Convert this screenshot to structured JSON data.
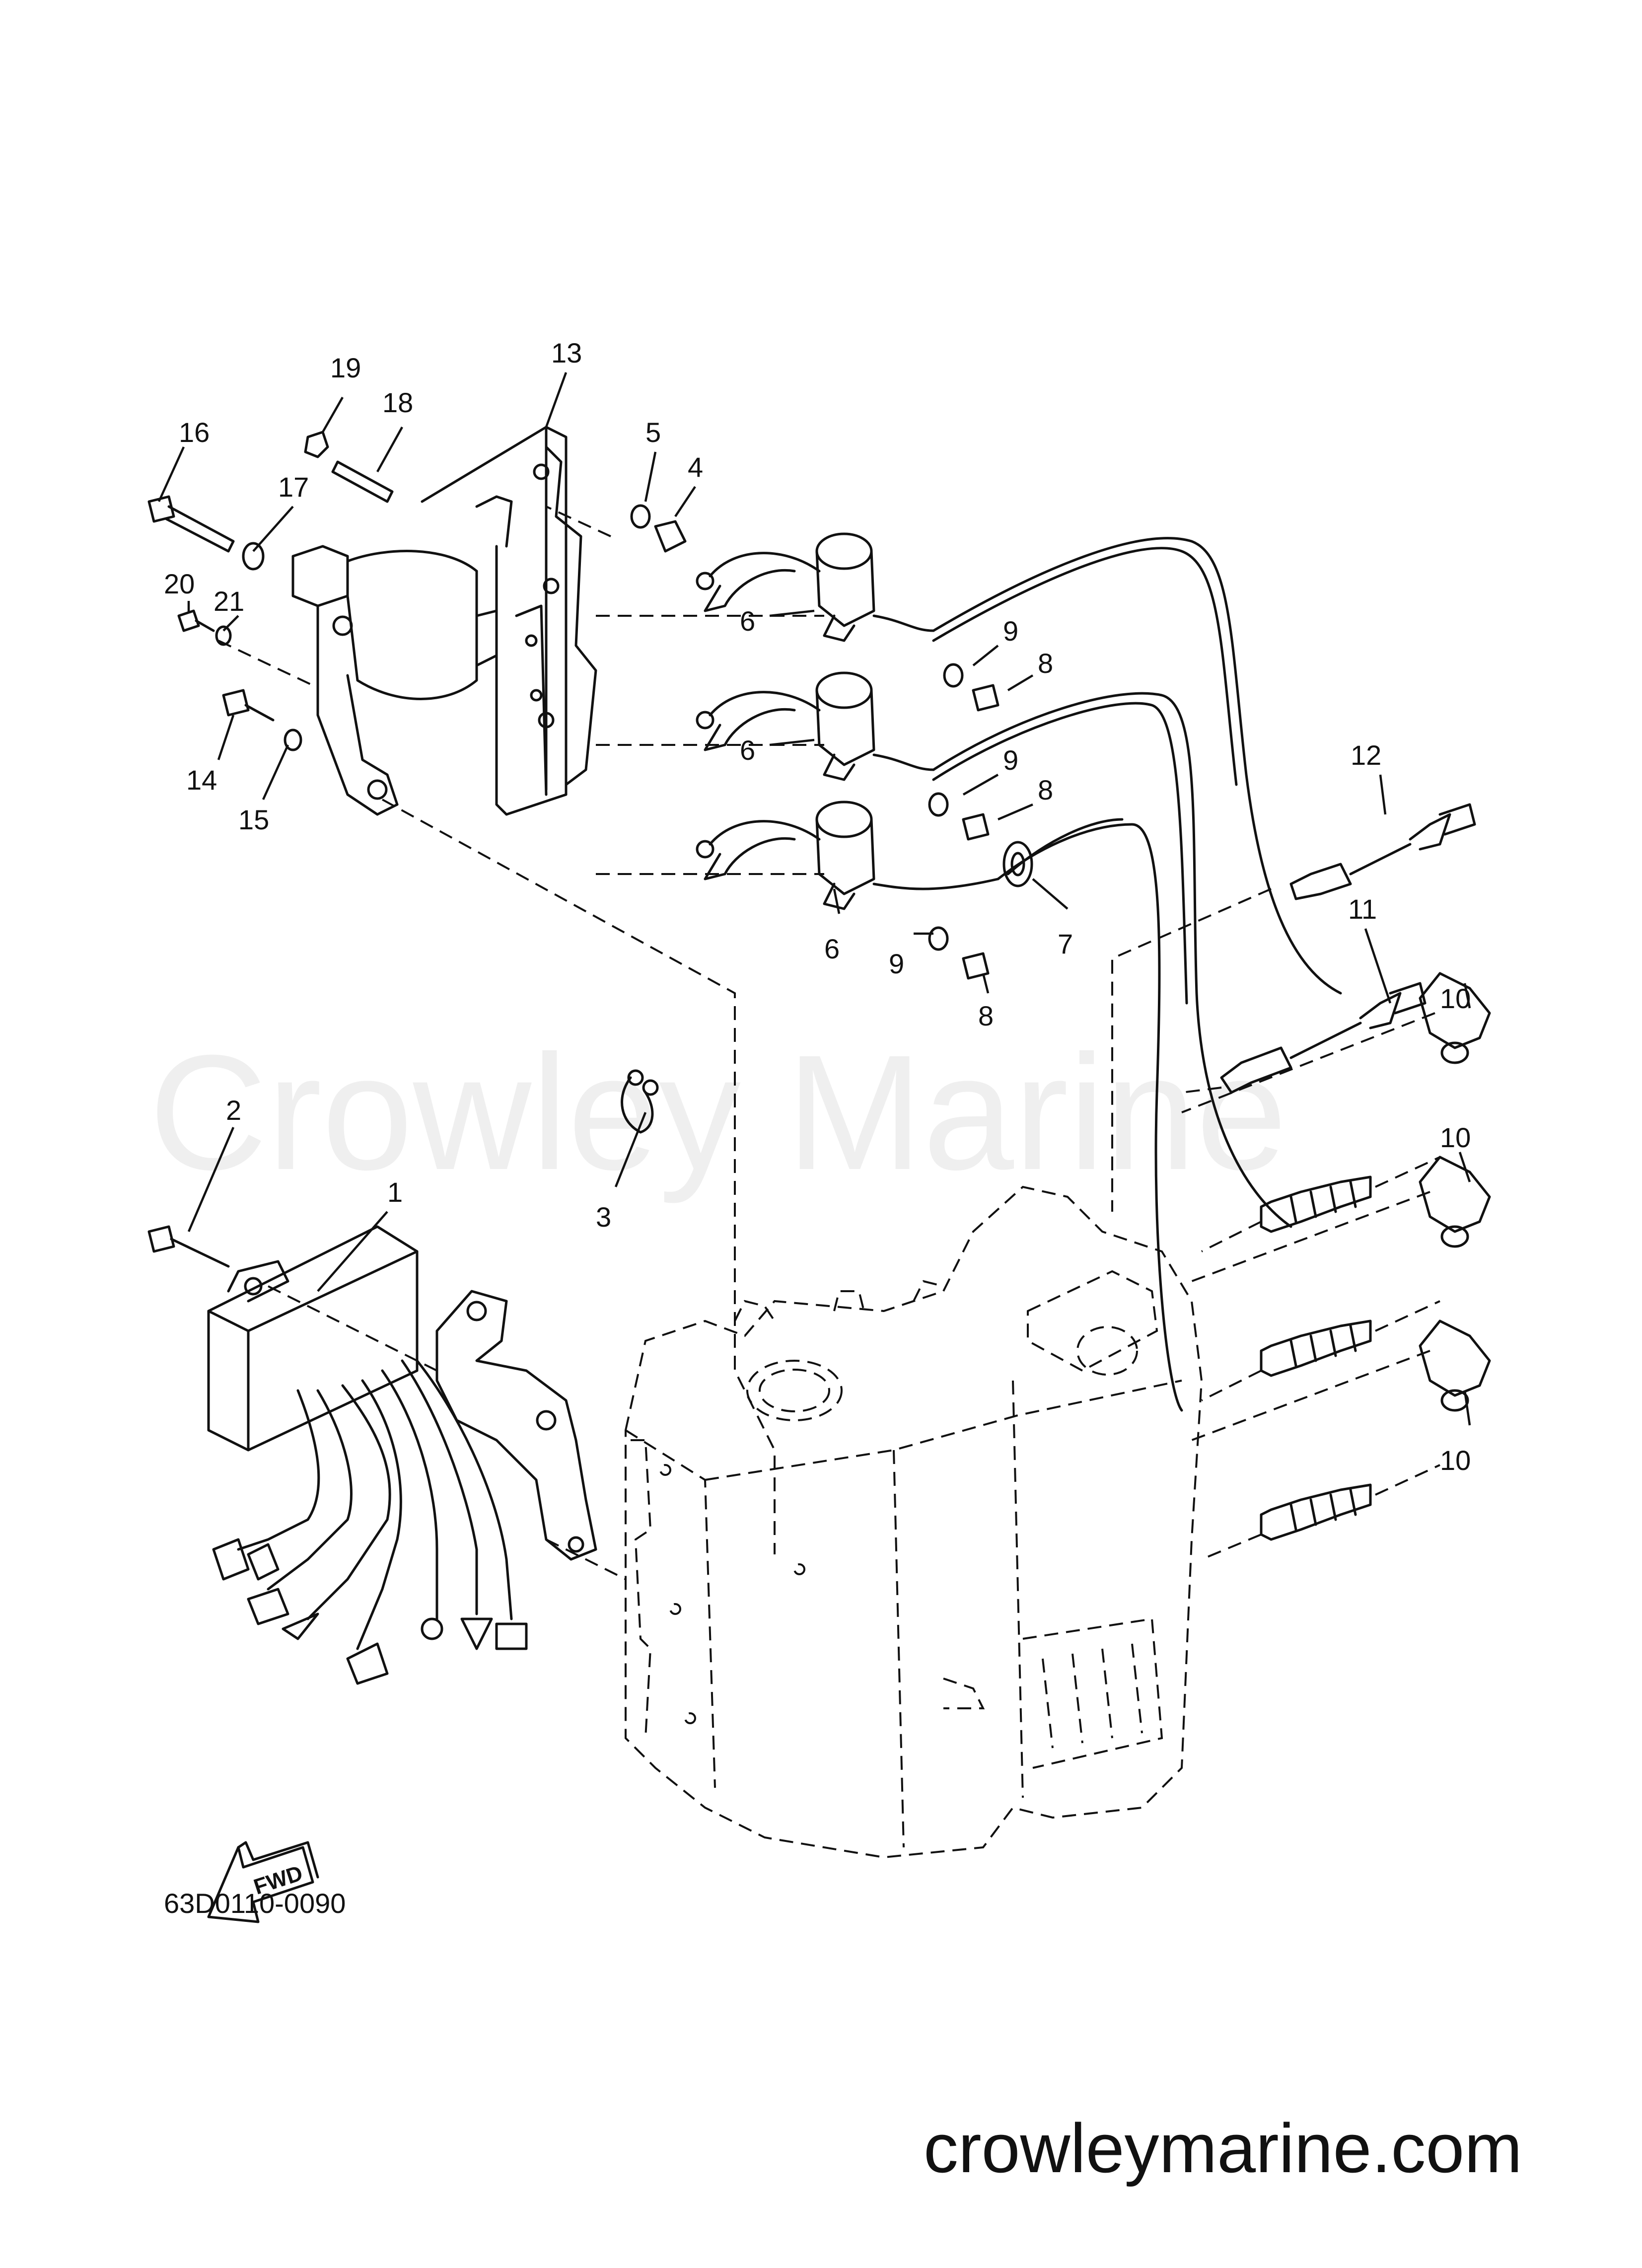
{
  "watermark": "Crowley Marine",
  "diagram_code": "63D0110-0090",
  "site_url": "crowleymarine.com",
  "fwd_label": "FWD",
  "callouts": [
    "1",
    "2",
    "3",
    "4",
    "5",
    "6",
    "6",
    "6",
    "7",
    "8",
    "8",
    "8",
    "9",
    "9",
    "9",
    "10",
    "10",
    "10",
    "11",
    "12",
    "13",
    "14",
    "15",
    "16",
    "17",
    "18",
    "19",
    "20",
    "21"
  ]
}
